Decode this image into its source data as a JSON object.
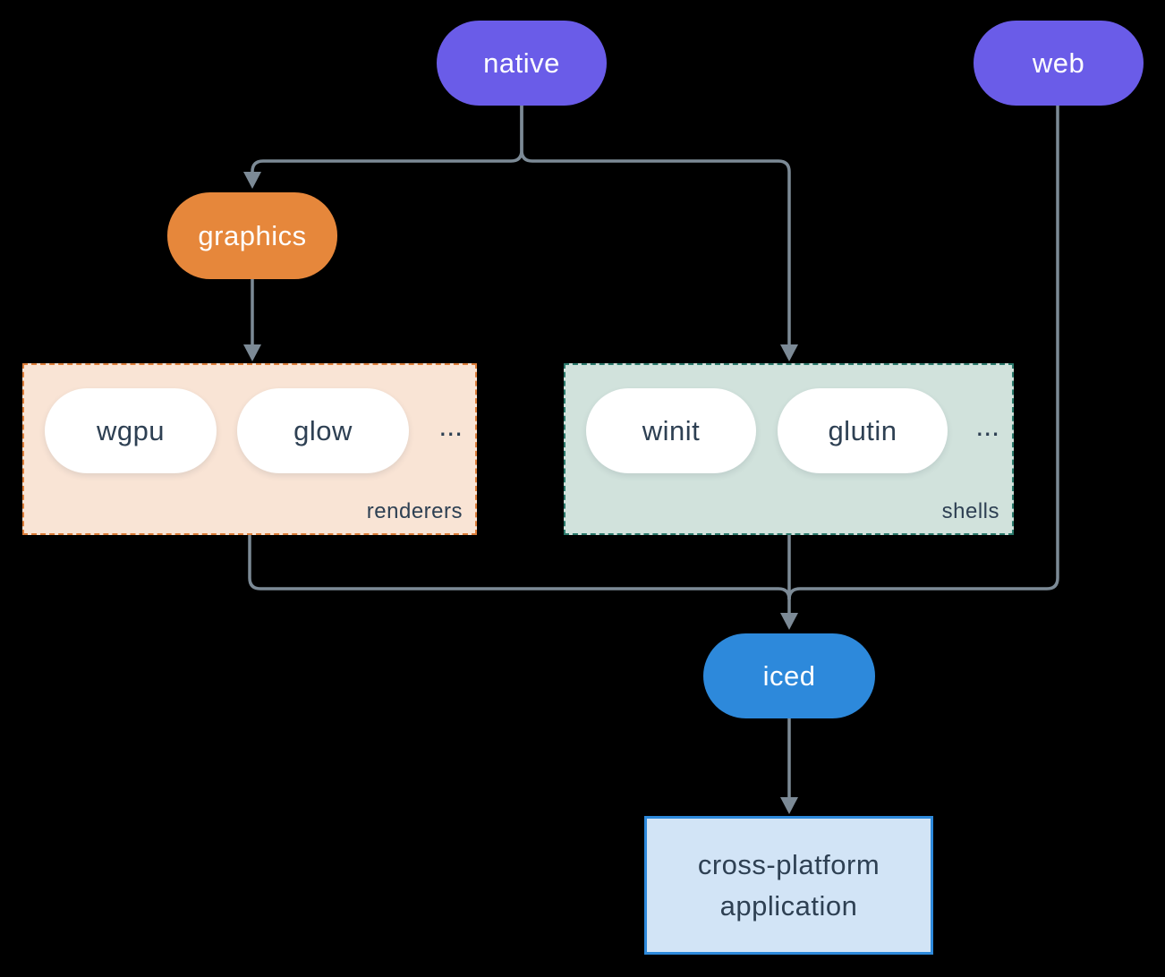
{
  "diagram": {
    "colors": {
      "background": "#000000",
      "node_purple": "#6A5CE8",
      "node_orange": "#E6873B",
      "node_blue": "#2D89DB",
      "white_pill": "#FFFFFF",
      "renderers_fill": "#F9E4D5",
      "renderers_border": "#DD7E3A",
      "shells_fill": "#D1E2DC",
      "shells_border": "#2B7A6C",
      "application_fill": "#D2E4F6",
      "application_border": "#2D89DB",
      "connector": "#7C8A96",
      "dark_text": "#2E4053",
      "light_text": "#FFFFFF"
    },
    "nodes": {
      "native": {
        "label": "native"
      },
      "web": {
        "label": "web"
      },
      "graphics": {
        "label": "graphics"
      },
      "iced": {
        "label": "iced"
      },
      "application": {
        "label": "cross-platform application"
      }
    },
    "groups": {
      "renderers": {
        "label": "renderers",
        "ellipsis": "...",
        "items": [
          {
            "label": "wgpu"
          },
          {
            "label": "glow"
          }
        ]
      },
      "shells": {
        "label": "shells",
        "ellipsis": "...",
        "items": [
          {
            "label": "winit"
          },
          {
            "label": "glutin"
          }
        ]
      }
    }
  }
}
